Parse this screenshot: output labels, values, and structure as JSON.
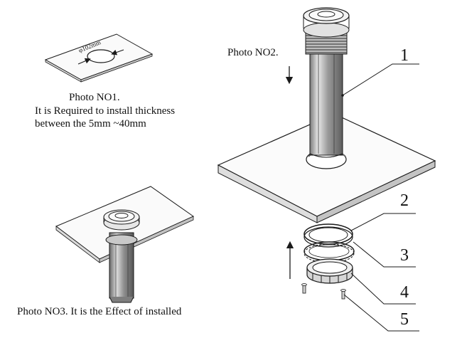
{
  "photo1": {
    "title": "Photo NO1.",
    "line1": "It is Required to install thickness",
    "line2": "between the 5mm ~40mm",
    "diameter_label": "φ102mm"
  },
  "photo2": {
    "title": "Photo NO2."
  },
  "photo3": {
    "caption": "Photo NO3. It is the Effect of installed"
  },
  "callouts": [
    "1",
    "2",
    "3",
    "4",
    "5"
  ],
  "colors": {
    "stroke": "#1a1a1a",
    "fill_light": "#f4f4f4",
    "fill_mid": "#d9d9d9",
    "fill_dark": "#8c8c8c"
  }
}
